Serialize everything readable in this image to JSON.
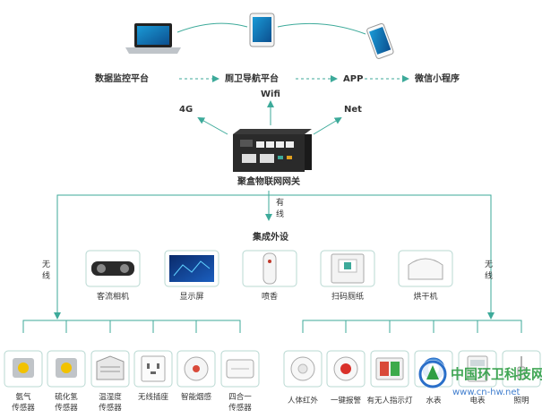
{
  "platforms": {
    "monitoring": "数据监控平台",
    "toilet_nav": "厕卫导航平台",
    "app": "APP",
    "wechat": "微信小程序"
  },
  "network": {
    "wifi": "Wifi",
    "g4": "4G",
    "net": "Net"
  },
  "gateway": {
    "label": "聚盒物联网网关"
  },
  "connections": {
    "wired_1": "有",
    "wired_2": "线",
    "wireless_left_1": "无",
    "wireless_left_2": "线",
    "wireless_right_1": "无",
    "wireless_right_2": "线"
  },
  "peripherals": {
    "title": "集成外设",
    "items": [
      "客流相机",
      "显示屏",
      "喷香",
      "扫码厕纸",
      "烘干机"
    ]
  },
  "sensors_left": [
    {
      "l1": "氨气",
      "l2": "传感器"
    },
    {
      "l1": "硫化氢",
      "l2": "传感器"
    },
    {
      "l1": "温湿度",
      "l2": "传感器"
    },
    {
      "l1": "无线插座",
      "l2": ""
    },
    {
      "l1": "智能烟感",
      "l2": ""
    },
    {
      "l1": "四合一",
      "l2": "传感器"
    }
  ],
  "sensors_right": [
    {
      "l1": "人体红外"
    },
    {
      "l1": "一键报警"
    },
    {
      "l1": "有无人指示灯"
    },
    {
      "l1": "水表"
    },
    {
      "l1": "电表"
    },
    {
      "l1": "照明"
    }
  ],
  "watermark": {
    "cn": "中国环卫科技网",
    "url": "www.cn-hw.net"
  },
  "colors": {
    "line": "#3daa9a",
    "text": "#333333",
    "watermark_green": "#2e9e44",
    "watermark_blue": "#2a6fc9"
  }
}
